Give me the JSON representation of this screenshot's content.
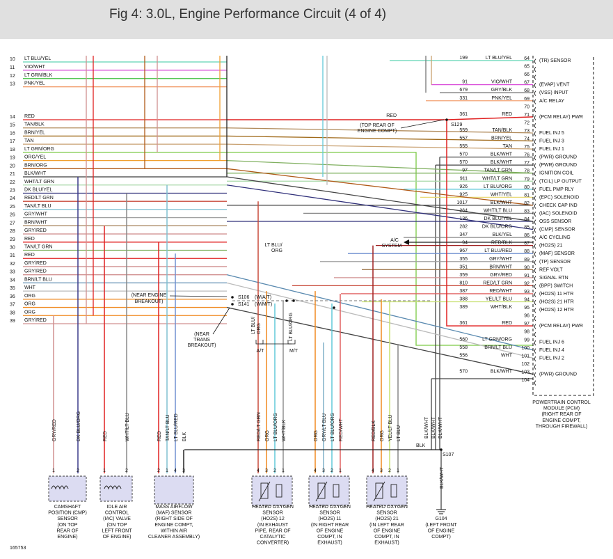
{
  "title": "Fig 4: 3.0L, Engine Performance Circuit (4 of 4)",
  "figure_number": "165753",
  "colors": {
    "LT BLU/YEL": "#5fd3b4",
    "VIO/WHT": "#d94fd9",
    "LT GRN/BLK": "#3fbf3f",
    "PNK/YEL": "#f2a070",
    "RED": "#e02020",
    "TAN/BLK": "#b08a5a",
    "BRN/YEL": "#a06a1a",
    "TAN": "#c8a070",
    "LT GRN/ORG": "#7ac943",
    "ORG/YEL": "#f0a030",
    "BRN/ORG": "#b05a18",
    "BLK/WHT": "#444444",
    "WHT/LT GRN": "#a8d8a8",
    "DK BLU/YEL": "#30307a",
    "RED/LT GRN": "#c84a3a",
    "TAN/LT BLU": "#80c0d0",
    "GRY/WHT": "#a0a0a0",
    "BRN/WHT": "#a07a50",
    "GRY/RED": "#d09090",
    "TAN/LT GRN": "#80b060",
    "BRN/LT BLU": "#5a8ab0",
    "WHT": "#bbbbbb",
    "ORG": "#f08a20",
    "LT BLU/ORG": "#60c8d8",
    "DK BLU/ORG": "#3a3a8a",
    "RED/BLK": "#a02020",
    "BLK": "#222222",
    "YEL/LT BLU": "#c8e070",
    "GRY/LT BLU": "#80b0c8",
    "LT BLU/RED": "#7090d0",
    "RED/WHT": "#e06060",
    "WHT/BLK": "#909090",
    "WHT/YEL": "#e8d870",
    "GRY/BLK": "#777777",
    "LT BLU/LT BLU": "#60b8e0"
  },
  "left_rows": [
    {
      "n": "10",
      "wire": "LT BLU/YEL"
    },
    {
      "n": "11",
      "wire": "VIO/WHT"
    },
    {
      "n": "12",
      "wire": "LT GRN/BLK"
    },
    {
      "n": "13",
      "wire": "PNK/YEL"
    },
    {
      "n": "14",
      "wire": "RED"
    },
    {
      "n": "15",
      "wire": "TAN/BLK"
    },
    {
      "n": "16",
      "wire": "BRN/YEL"
    },
    {
      "n": "17",
      "wire": "TAN"
    },
    {
      "n": "18",
      "wire": "LT GRN/ORG"
    },
    {
      "n": "19",
      "wire": "ORG/YEL"
    },
    {
      "n": "20",
      "wire": "BRN/ORG"
    },
    {
      "n": "21",
      "wire": "BLK/WHT"
    },
    {
      "n": "22",
      "wire": "WHT/LT GRN"
    },
    {
      "n": "23",
      "wire": "DK BLU/YEL"
    },
    {
      "n": "24",
      "wire": "RED/LT GRN"
    },
    {
      "n": "25",
      "wire": "TAN/LT BLU"
    },
    {
      "n": "26",
      "wire": "GRY/WHT"
    },
    {
      "n": "27",
      "wire": "BRN/WHT"
    },
    {
      "n": "28",
      "wire": "GRY/RED"
    },
    {
      "n": "29",
      "wire": "RED"
    },
    {
      "n": "30",
      "wire": "TAN/LT GRN"
    },
    {
      "n": "31",
      "wire": "RED"
    },
    {
      "n": "32",
      "wire": "GRY/RED"
    },
    {
      "n": "33",
      "wire": "GRY/RED"
    },
    {
      "n": "34",
      "wire": "BRN/LT BLU"
    },
    {
      "n": "35",
      "wire": "WHT"
    },
    {
      "n": "36",
      "wire": "ORG"
    },
    {
      "n": "37",
      "wire": "ORG"
    },
    {
      "n": "38",
      "wire": "ORG"
    },
    {
      "n": "39",
      "wire": "GRY/RED"
    }
  ],
  "pcm_pins": [
    {
      "pin": "64",
      "circ": "199",
      "wire": "LT BLU/YEL",
      "func": "(TR) SENSOR"
    },
    {
      "pin": "65",
      "circ": "",
      "wire": "",
      "func": ""
    },
    {
      "pin": "66",
      "circ": "",
      "wire": "",
      "func": ""
    },
    {
      "pin": "67",
      "circ": "91",
      "wire": "VIO/WHT",
      "func": "(EVAP) VENT"
    },
    {
      "pin": "68",
      "circ": "679",
      "wire": "GRY/BLK",
      "func": "(VSS) INPUT"
    },
    {
      "pin": "69",
      "circ": "331",
      "wire": "PNK/YEL",
      "func": "A/C RELAY"
    },
    {
      "pin": "70",
      "circ": "",
      "wire": "",
      "func": ""
    },
    {
      "pin": "71",
      "circ": "361",
      "wire": "RED",
      "func": "(PCM RELAY) PWR"
    },
    {
      "pin": "72",
      "circ": "",
      "wire": "",
      "func": ""
    },
    {
      "pin": "73",
      "circ": "559",
      "wire": "TAN/BLK",
      "func": "FUEL INJ 5"
    },
    {
      "pin": "74",
      "circ": "557",
      "wire": "BRN/YEL",
      "func": "FUEL INJ 3"
    },
    {
      "pin": "75",
      "circ": "555",
      "wire": "TAN",
      "func": "FUEL INJ 1"
    },
    {
      "pin": "76",
      "circ": "570",
      "wire": "BLK/WHT",
      "func": "(PWR) GROUND"
    },
    {
      "pin": "77",
      "circ": "570",
      "wire": "BLK/WHT",
      "func": "(PWR) GROUND"
    },
    {
      "pin": "78",
      "circ": "97",
      "wire": "TAN/LT GRN",
      "func": "IGNITION COIL"
    },
    {
      "pin": "79",
      "circ": "911",
      "wire": "WHT/LT GRN",
      "func": "(TCIL) LP OUTPUT"
    },
    {
      "pin": "80",
      "circ": "926",
      "wire": "LT BLU/ORG",
      "func": "FUEL PMP RLY"
    },
    {
      "pin": "81",
      "circ": "925",
      "wire": "WHT/YEL",
      "func": "(EPC) SOLENOID"
    },
    {
      "pin": "82",
      "circ": "1017",
      "wire": "BLK/WHT",
      "func": "CHECK CAP IND"
    },
    {
      "pin": "83",
      "circ": "264",
      "wire": "WHT/LT BLU",
      "func": "(IAC) SOLENOID"
    },
    {
      "pin": "84",
      "circ": "136",
      "wire": "DK BLU/YEL",
      "func": "OSS SENSOR"
    },
    {
      "pin": "85",
      "circ": "282",
      "wire": "DK BLU/ORG",
      "func": "(CMP) SENSOR"
    },
    {
      "pin": "86",
      "circ": "347",
      "wire": "BLK/YEL",
      "func": "A/C CYCLING"
    },
    {
      "pin": "87",
      "circ": "94",
      "wire": "RED/BLK",
      "func": "(HO2S) 21"
    },
    {
      "pin": "88",
      "circ": "967",
      "wire": "LT BLU/RED",
      "func": "(MAF) SENSOR"
    },
    {
      "pin": "89",
      "circ": "355",
      "wire": "GRY/WHT",
      "func": "(TP) SENSOR"
    },
    {
      "pin": "90",
      "circ": "351",
      "wire": "BRN/WHT",
      "func": "REF VOLT"
    },
    {
      "pin": "91",
      "circ": "359",
      "wire": "GRY/RED",
      "func": "SIGNAL RTN"
    },
    {
      "pin": "92",
      "circ": "810",
      "wire": "RED/LT GRN",
      "func": "(BPP) SWITCH"
    },
    {
      "pin": "93",
      "circ": "387",
      "wire": "RED/WHT",
      "func": "(HO2S) 11 HTR"
    },
    {
      "pin": "94",
      "circ": "388",
      "wire": "YEL/LT BLU",
      "func": "(HO2S) 21 HTR"
    },
    {
      "pin": "95",
      "circ": "389",
      "wire": "WHT/BLK",
      "func": "(HO2S) 12 HTR"
    },
    {
      "pin": "96",
      "circ": "",
      "wire": "",
      "func": ""
    },
    {
      "pin": "97",
      "circ": "361",
      "wire": "RED",
      "func": "(PCM RELAY) PWR"
    },
    {
      "pin": "98",
      "circ": "",
      "wire": "",
      "func": ""
    },
    {
      "pin": "99",
      "circ": "560",
      "wire": "LT GRN/ORG",
      "func": "FUEL INJ 6"
    },
    {
      "pin": "100",
      "circ": "558",
      "wire": "BRN/LT BLU",
      "func": "FUEL INJ 4"
    },
    {
      "pin": "101",
      "circ": "556",
      "wire": "WHT",
      "func": "FUEL INJ 2"
    },
    {
      "pin": "102",
      "circ": "",
      "wire": "",
      "func": ""
    },
    {
      "pin": "103",
      "circ": "570",
      "wire": "BLK/WHT",
      "func": "(PWR) GROUND"
    },
    {
      "pin": "104",
      "circ": "",
      "wire": "",
      "func": ""
    }
  ],
  "pcm_label": [
    "POWERTRAIN CONTROL",
    "MODULE (PCM)",
    "(RIGHT REAR OF",
    "ENGINE COMPT,",
    "THROUGH FIREWALL)"
  ],
  "splices": {
    "s129": "S129",
    "s129_note": [
      "(TOP REAR OF",
      "ENGINE COMPT)"
    ],
    "s106": "S106",
    "s106_tag": "(W/A/T)",
    "s141": "S141",
    "s141_tag": "(W/M/T)",
    "s107": "S107",
    "g104": "G104",
    "g104_note": [
      "(LEFT FRONT",
      "OF ENGINE",
      "COMPT)"
    ],
    "near_engine": [
      "(NEAR ENGINE",
      "BREAKOUT)"
    ],
    "near_trans": [
      "(NEAR",
      "TRANS",
      "BREAKOUT)"
    ]
  },
  "misc": {
    "ac_system": [
      "A/C",
      "SYSTEM"
    ],
    "red_label": "RED",
    "lt_blu_org": [
      "LT BLU/",
      "ORG"
    ],
    "lt_blu_org_vert": "LT BLU/",
    "org_vert": "ORG",
    "lt_blu_org_mt": "LT BLU/ORG",
    "at": "A/T",
    "mt": "M/T",
    "blk": "BLK",
    "blk_wht_drop": [
      "BLK/WHT",
      "BLK/WHT",
      "BLK/WHT"
    ],
    "blk_wht_g": "BLK/WHT"
  },
  "components": [
    {
      "name": "camshaft",
      "pins": [
        "1",
        "2"
      ],
      "wires": [
        "GRY/RED",
        "DK BLU/ORG"
      ],
      "label": [
        "CAMSHAFT",
        "POSITION (CMP)",
        "SENSOR",
        "(ON TOP",
        "REAR OF",
        "ENGINE)"
      ]
    },
    {
      "name": "iac",
      "pins": [
        "1",
        "2"
      ],
      "wires": [
        "RED",
        "WHT/LT BLU"
      ],
      "label": [
        "IDLE AIR",
        "CONTROL",
        "(IAC) VALVE",
        "(ON TOP",
        "LEFT FRONT",
        "OF ENGINE)"
      ]
    },
    {
      "name": "maf",
      "pins": [
        "2",
        "1",
        "4",
        "3"
      ],
      "wires": [
        "RED",
        "TAN/LT BLU",
        "LT BLU/RED",
        "BLK"
      ],
      "label": [
        "MASS AIRFLOW",
        "(MAF) SENSOR",
        "(RIGHT SIDE OF",
        "ENGINE COMPT,",
        "WITHIN AIR",
        "CLEANER ASSEMBLY)"
      ]
    },
    {
      "name": "ho2s12",
      "pins": [
        "4",
        "3",
        "2",
        "1"
      ],
      "wires": [
        "RED/LT GRN",
        "ORG",
        "LT BLU/ORG",
        "WHT/BLK"
      ],
      "label": [
        "HEATED OXYGEN",
        "SENSOR",
        "(HO2S) 12",
        "(IN EXHAUST",
        "PIPE, REAR OF",
        "CATALYTIC",
        "CONVERTER)"
      ]
    },
    {
      "name": "ho2s11",
      "pins": [
        "4",
        "3",
        "2",
        "1"
      ],
      "wires": [
        "ORG",
        "GRY/LT BLU",
        "LT BLU/ORG",
        "RED/WHT"
      ],
      "label": [
        "HEATED OXYGEN",
        "SENSOR",
        "(HO2S) 11",
        "(IN RIGHT REAR",
        "OF ENGINE",
        "COMPT, IN",
        "EXHAUST)"
      ]
    },
    {
      "name": "ho2s21",
      "pins": [
        "4",
        "3",
        "2",
        "1"
      ],
      "wires": [
        "RED/BLK",
        "ORG",
        "YEL/LT BLU",
        "LT BLU"
      ],
      "label": [
        "HEATED OXYGEN",
        "SENSOR",
        "(HO2S) 21",
        "(IN LEFT REAR",
        "OF ENGINE",
        "COMPT, IN",
        "EXHAUST)"
      ]
    }
  ]
}
